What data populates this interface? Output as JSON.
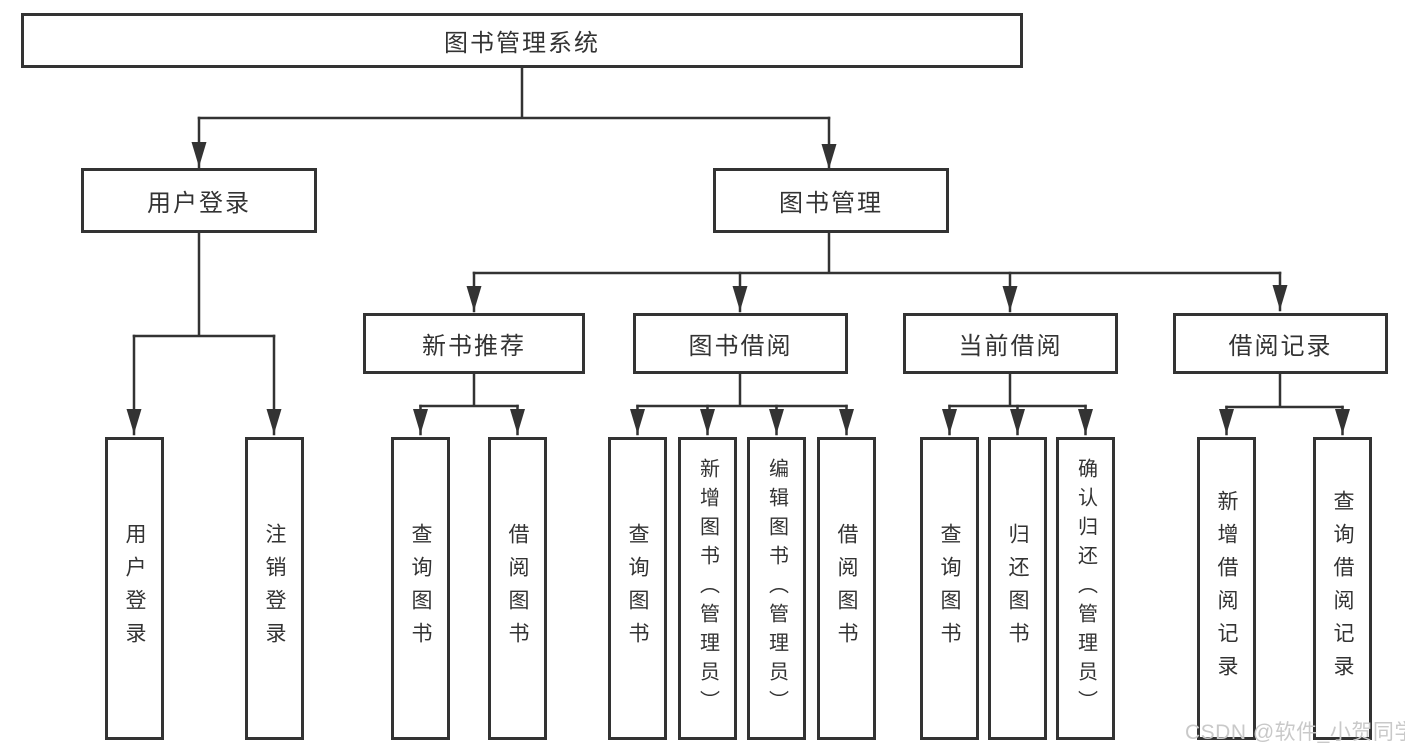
{
  "tree": {
    "label": "图书管理系统",
    "children": [
      {
        "label": "用户登录",
        "children": [
          {
            "label": "用户登录"
          },
          {
            "label": "注销登录"
          }
        ]
      },
      {
        "label": "图书管理",
        "children": [
          {
            "label": "新书推荐",
            "children": [
              {
                "label": "查询图书"
              },
              {
                "label": "借阅图书"
              }
            ]
          },
          {
            "label": "图书借阅",
            "children": [
              {
                "label": "查询图书"
              },
              {
                "label": "新增图书（管理员）"
              },
              {
                "label": "编辑图书（管理员）"
              },
              {
                "label": "借阅图书"
              }
            ]
          },
          {
            "label": "当前借阅",
            "children": [
              {
                "label": "查询图书"
              },
              {
                "label": "归还图书"
              },
              {
                "label": "确认归还（管理员）"
              }
            ]
          },
          {
            "label": "借阅记录",
            "children": [
              {
                "label": "新增借阅记录"
              },
              {
                "label": "查询借阅记录"
              }
            ]
          }
        ]
      }
    ]
  },
  "watermark": {
    "text": "CSDN @软件_小贺同学"
  },
  "colors": {
    "line": "#333333",
    "background": "#ffffff",
    "watermark": "#c9c9c9"
  }
}
